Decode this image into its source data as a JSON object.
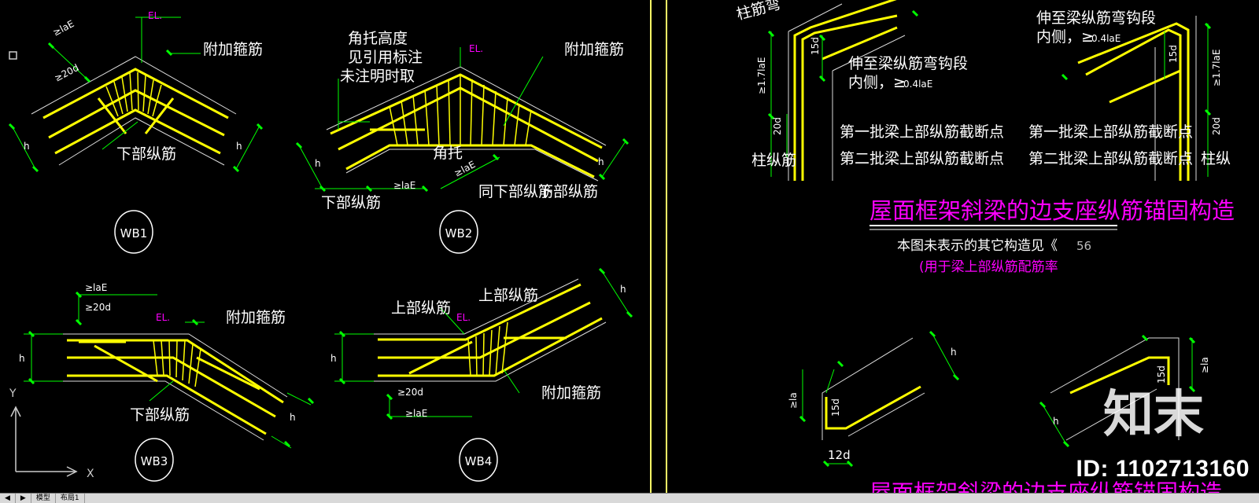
{
  "colors": {
    "background": "#000000",
    "rebar": "#ffff00",
    "dim": "#00ff00",
    "text": "#ffffff",
    "magenta": "#ff00ff",
    "divider": "#ffff66"
  },
  "left": {
    "el": "EL.",
    "wb1": {
      "label": "WB1",
      "stirrup": "附加箍筋",
      "bottom": "下部纵筋",
      "h": "h",
      "lae": "≥laE",
      "d20": "≥20d"
    },
    "wb2": {
      "label": "WB2",
      "note1": "角托高度",
      "note2": "见引用标注",
      "note3": "未注明时取",
      "stirrup": "附加箍筋",
      "bottom1": "下部纵筋",
      "haunch": "角托",
      "bottom2": "同下部纵筋",
      "bottom3": "下部纵筋",
      "h": "h",
      "lae": "≥laE"
    },
    "wb3": {
      "label": "WB3",
      "stirrup": "附加箍筋",
      "bottom": "下部纵筋",
      "h": "h",
      "lae": "≥laE",
      "d20": "≥20d"
    },
    "wb4": {
      "label": "WB4",
      "top1": "上部纵筋",
      "top2": "上部纵筋",
      "stirrup": "附加箍筋",
      "h": "h",
      "lae": "≥laE",
      "d20": "≥20d"
    }
  },
  "right": {
    "col_bend": "柱筋弯",
    "ext1a": "伸至梁纵筋弯钩段",
    "ext1b": "内侧，≥",
    "ext1c": "0.4laE",
    "ext2a": "伸至梁纵筋弯钩段",
    "ext2b": "内侧，≥",
    "ext2c": "0.4laE",
    "cut1a": "第一批梁上部纵筋截断点",
    "cut2a": "第二批梁上部纵筋截断点",
    "cut1b": "第一批梁上部纵筋截断点",
    "cut2b": "第二批梁上部纵筋截断点",
    "col_bar1": "柱纵筋",
    "col_bar2": "柱纵",
    "d15": "15d",
    "d20": "20d",
    "d12": "12d",
    "l17": "≥1.7laE",
    "title": "屋面框架斜梁的边支座纵筋锚固构造",
    "note1": "本图未表示的其它构造见《",
    "note1b": "56",
    "note2": "(用于梁上部纵筋配筋率",
    "la": "≥la",
    "h": "h",
    "bottom_title": "屋面框架斜梁的边支座纵筋锚固构造"
  },
  "watermark": {
    "id": "ID: 1102713160",
    "logo": "知末"
  },
  "tabs": [
    "◀",
    "▶",
    "模型",
    "布局1"
  ]
}
